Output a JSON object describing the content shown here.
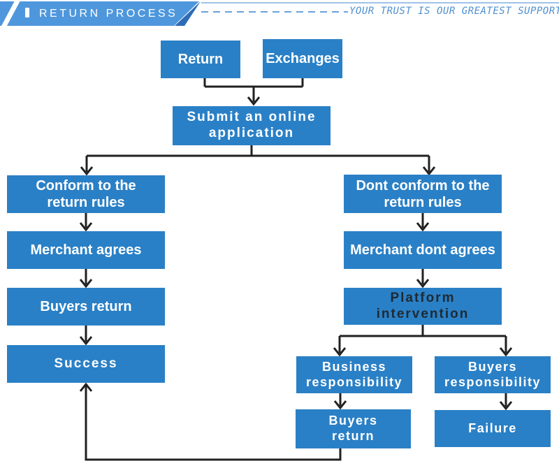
{
  "header": {
    "title": "RETURN PROCESS",
    "tagline": "YOUR TRUST IS OUR GREATEST SUPPORT"
  },
  "flow": {
    "return": "Return",
    "exchanges": "Exchanges",
    "submit": "Submit an online\napplication",
    "conform": "Conform to the\nreturn rules",
    "merchant_agrees": "Merchant agrees",
    "buyers_return_1": "Buyers return",
    "success": "Success",
    "dont_conform": "Dont conform to the\nreturn rules",
    "merchant_dont_agrees": "Merchant dont agrees",
    "platform": "Platform\nintervention",
    "business_resp": "Business\nresponsibility",
    "buyers_resp": "Buyers\nresponsibility",
    "buyers_return_2": "Buyers\nreturn",
    "failure": "Failure"
  },
  "icons": {
    "title_bar": "vertical-bar",
    "banner_slash": "diagonal-slash"
  },
  "colors": {
    "node_blue": "#2a80c6",
    "banner_blue": "#4e97dc",
    "banner_fold_blue": "#2e6cb5",
    "accent_text_blue": "#4f90d0",
    "dash_blue": "#69a2d8",
    "topline_blue": "#9fc3e7",
    "connector_dark": "#212121",
    "platform_text_dark": "#1e2a33"
  }
}
